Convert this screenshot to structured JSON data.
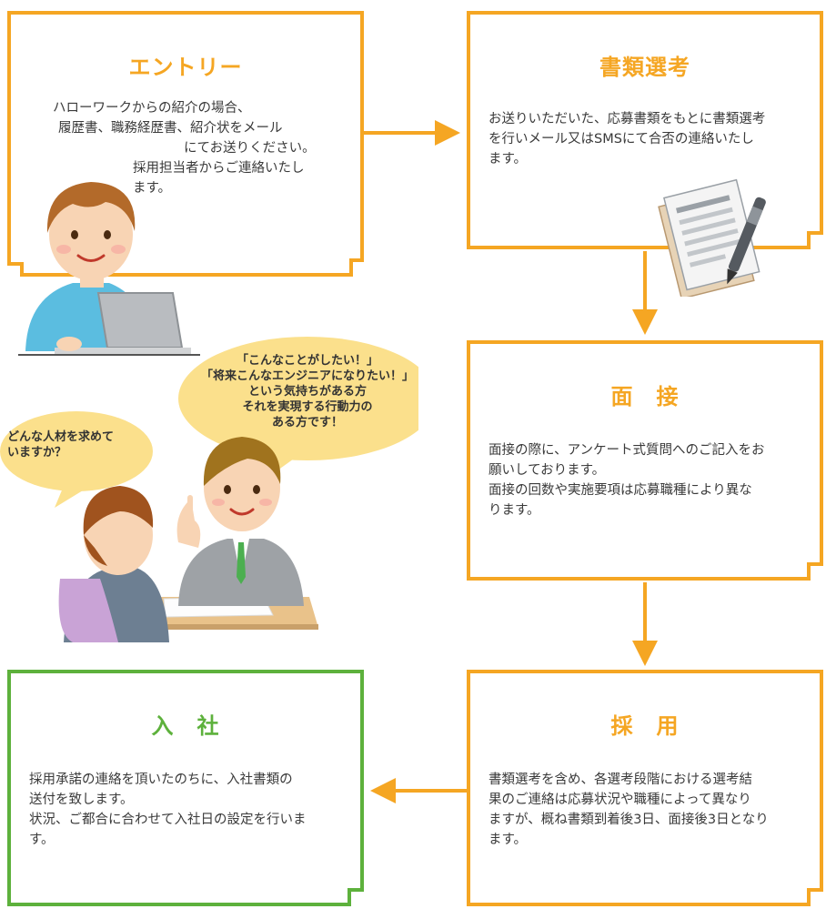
{
  "colors": {
    "orange": "#f5a623",
    "green": "#5db13c",
    "bubble": "#fbe08c"
  },
  "steps": {
    "entry": {
      "title": "エントリー",
      "lines": [
        "ハローワークからの紹介の場合、",
        "履歴書、職務経歴書、紹介状をメール",
        "にてお送りください。",
        "採用担当者からご連絡いたし",
        "ます。"
      ]
    },
    "screening": {
      "title": "書類選考",
      "lines": [
        "お送りいただいた、応募書類をもとに書類選考",
        "を行いメール又はSMSにて合否の連絡いたし",
        "ます。"
      ]
    },
    "interview": {
      "title": "面　接",
      "lines": [
        "面接の際に、アンケート式質問へのご記入をお",
        "願いしております。",
        "面接の回数や実施要項は応募職種により異な",
        "ります。"
      ]
    },
    "hiring": {
      "title": "採　用",
      "lines": [
        "書類選考を含め、各選考段階における選考結",
        "果のご連絡は応募状況や職種によって異なり",
        "ますが、概ね書類到着後3日、面接後3日となり",
        "ます。"
      ]
    },
    "joining": {
      "title": "入　社",
      "lines": [
        "採用承諾の連絡を頂いたのちに、入社書類の",
        "送付を致します。",
        "状況、ご都合に合わせて入社日の設定を行いま",
        "す。"
      ]
    }
  },
  "bubbles": {
    "question": [
      "どんな人材を求めて",
      "いますか？"
    ],
    "answer": [
      "「こんなことがしたい！」",
      "「将来こんなエンジニアになりたい！」",
      "という気持ちがある方",
      "それを実現する行動力の",
      "ある方です！"
    ]
  },
  "icons": {
    "laptop_person": "person-at-laptop-icon",
    "documents": "documents-with-pen-icon",
    "interview_scene": "interview-scene-icon"
  }
}
